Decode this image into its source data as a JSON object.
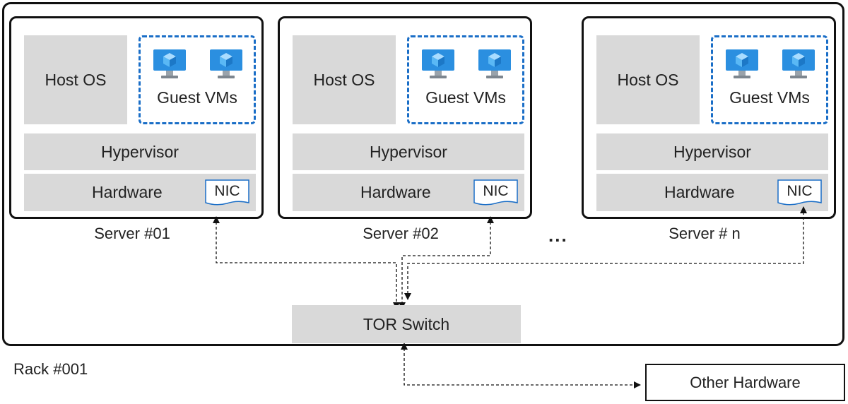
{
  "rack": {
    "label": "Rack #001"
  },
  "servers": [
    {
      "name": "Server #01",
      "host_os": "Host OS",
      "guest_vms": "Guest VMs",
      "hypervisor": "Hypervisor",
      "hardware": "Hardware",
      "nic": "NIC"
    },
    {
      "name": "Server #02",
      "host_os": "Host OS",
      "guest_vms": "Guest VMs",
      "hypervisor": "Hypervisor",
      "hardware": "Hardware",
      "nic": "NIC"
    },
    {
      "name": "Server # n",
      "host_os": "Host OS",
      "guest_vms": "Guest VMs",
      "hypervisor": "Hypervisor",
      "hardware": "Hardware",
      "nic": "NIC"
    }
  ],
  "ellipsis": "...",
  "tor_switch": "TOR Switch",
  "other_hardware": "Other Hardware",
  "colors": {
    "box_fill": "#d9d9d9",
    "guest_border": "#1a6ec7",
    "outline": "#111111",
    "vm_screen": "#2b8fe0"
  },
  "icons": {
    "vm": "virtual-machine-monitor-icon",
    "nic": "document-shape-icon"
  }
}
